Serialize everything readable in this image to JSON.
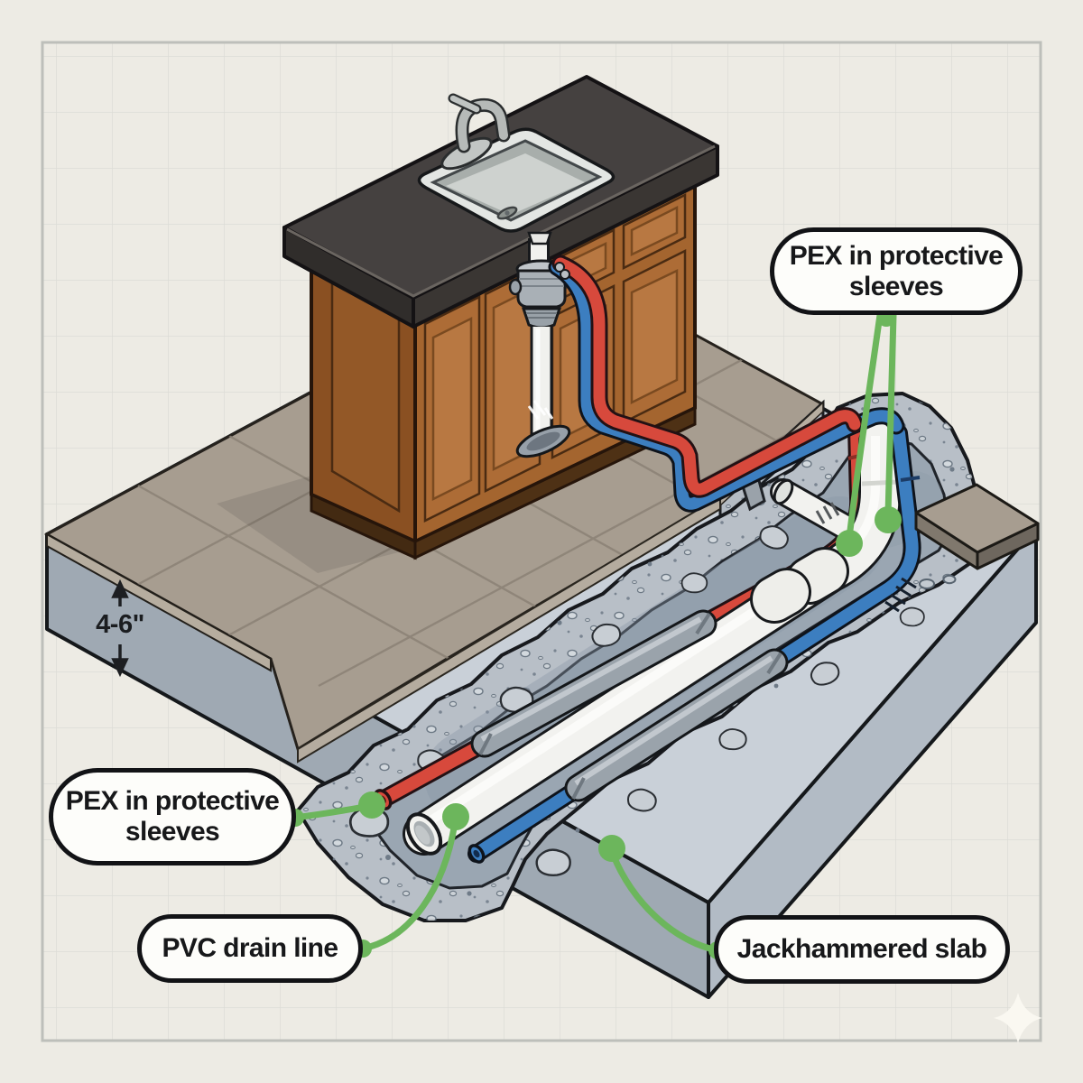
{
  "diagram": {
    "callouts": {
      "pex_top": {
        "text": "PEX in protective sleeves",
        "line1": "PEX in protective",
        "line2": "sleeves"
      },
      "pex_left": {
        "text": "PEX in protective sleeves",
        "line1": "PEX in protective",
        "line2": "sleeves"
      },
      "pvc": {
        "text": "PVC drain line"
      },
      "slab": {
        "text": "Jackhammered slab"
      }
    },
    "dimension": {
      "depth": "4-6\""
    },
    "colors": {
      "accent_green": "#6cb65c",
      "pex_red": "#d7493c",
      "pex_blue": "#3c7ec0",
      "pvc_white": "#f2f2ef",
      "sleeve_gray": "#9aa3ab",
      "concrete_top": "#c9d0d8",
      "trench_floor": "#9aa6b2",
      "rubble_gray": "#b8bfc7",
      "tile_taupe": "#a79d90",
      "wood_brown": "#ad6c36",
      "countertop_gray": "#454140",
      "paper": "#edebe4"
    }
  }
}
